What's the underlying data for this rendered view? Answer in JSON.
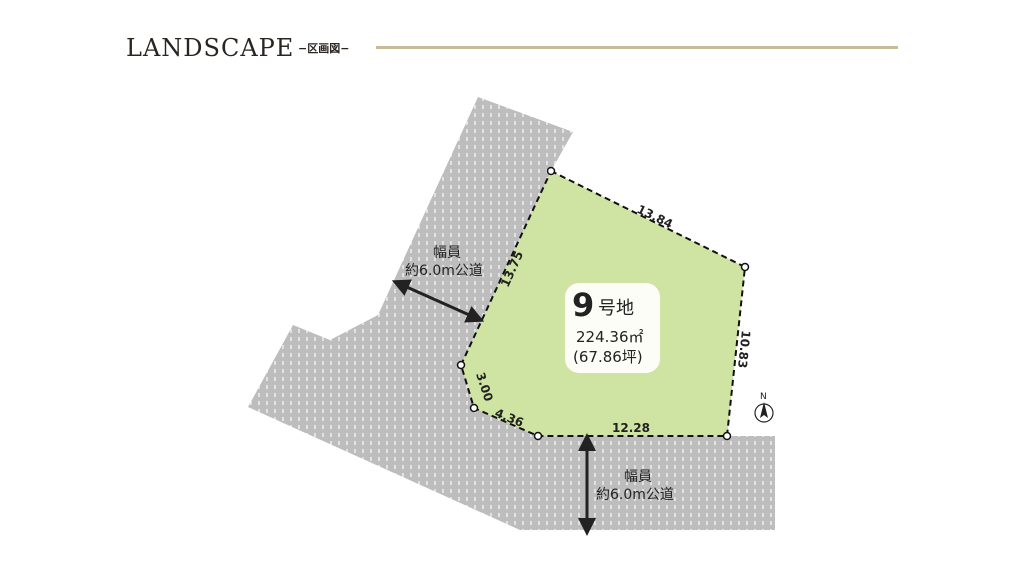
{
  "header": {
    "title": "LANDSCAPE",
    "subtitle": "−区画図−"
  },
  "lot": {
    "number": "9",
    "suffix": "号地",
    "area_sqm": "224.36㎡",
    "area_tsubo": "(67.86坪)",
    "fill_color": "#cfe3a2"
  },
  "dimensions": {
    "top": "13.84",
    "right": "10.83",
    "bottom": "12.28",
    "bottom_left": "4.36",
    "left_short": "3.00",
    "left_long": "13.75"
  },
  "roads": [
    {
      "label1": "幅員",
      "label2": "約6.0m公道"
    },
    {
      "label1": "幅員",
      "label2": "約6.0m公道"
    }
  ],
  "compass": {
    "label": "N"
  }
}
